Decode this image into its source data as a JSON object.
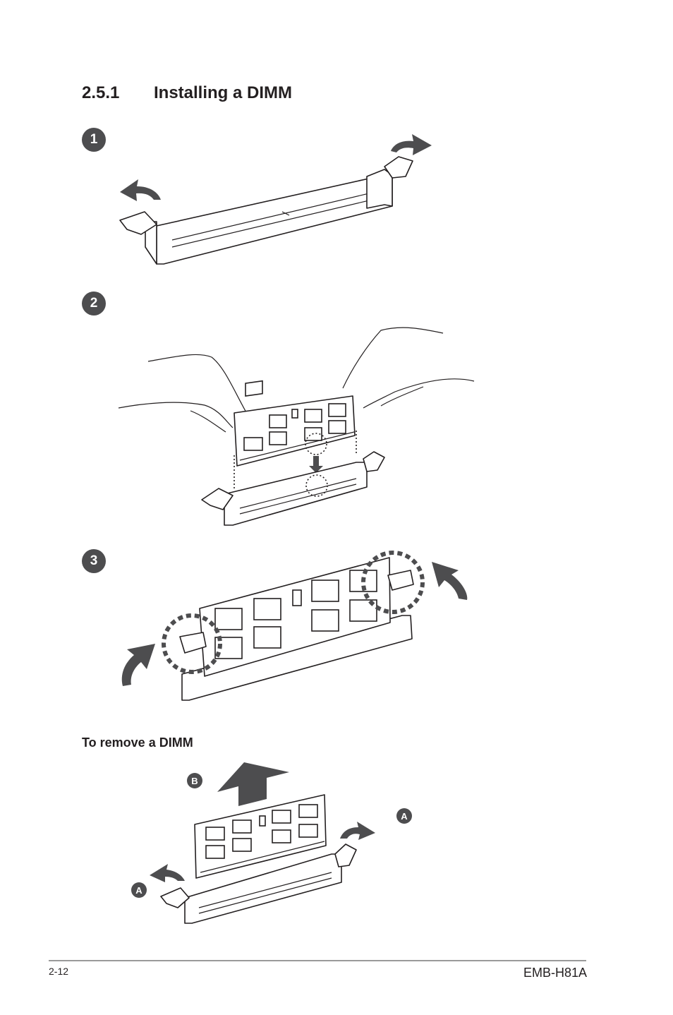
{
  "section": {
    "number": "2.5.1",
    "title": "Installing a DIMM"
  },
  "steps": [
    "1",
    "2",
    "3"
  ],
  "remove": {
    "heading": "To remove a DIMM",
    "label_a": "A",
    "label_b": "B"
  },
  "footer": {
    "page": "2-12",
    "model": "EMB-H81A"
  }
}
